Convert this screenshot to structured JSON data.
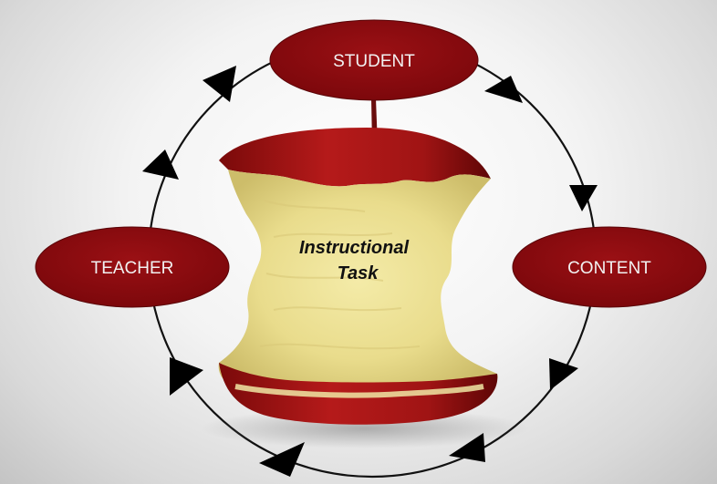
{
  "diagram": {
    "nodes": [
      {
        "id": "student",
        "label": "STUDENT"
      },
      {
        "id": "content",
        "label": "CONTENT"
      },
      {
        "id": "teacher",
        "label": "TEACHER"
      }
    ],
    "center": {
      "line1": "Instructional",
      "line2": "Task",
      "image": "apple-core"
    },
    "cycle_direction": "clockwise"
  },
  "colors": {
    "node_fill": "#8b0a0d",
    "node_text": "#f2f2f2",
    "cycle_line": "#111111",
    "arrow_fill": "#000000"
  }
}
